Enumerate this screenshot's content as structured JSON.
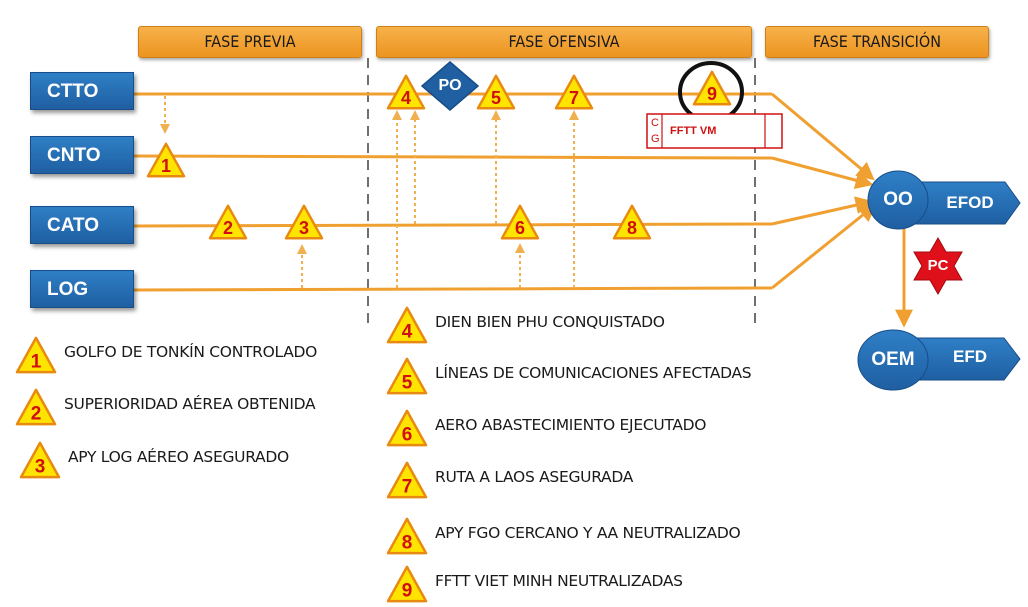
{
  "phases": {
    "previa": "FASE PREVIA",
    "ofensiva": "FASE OFENSIVA",
    "transicion": "FASE TRANSICIÓN"
  },
  "lanes": [
    "CTTO",
    "CNTO",
    "CATO",
    "LOG"
  ],
  "markers": {
    "m1": "1",
    "m2": "2",
    "m3": "3",
    "m4": "4",
    "m5": "5",
    "m6": "6",
    "m7": "7",
    "m8": "8",
    "m9": "9"
  },
  "po_label": "PO",
  "fftt_box": {
    "c": "C",
    "g": "G",
    "label": "FFTT VM"
  },
  "end_nodes": {
    "oo": "OO",
    "efod": "EFOD",
    "pc": "PC",
    "oem": "OEM",
    "efd": "EFD"
  },
  "legend": [
    {
      "num": "1",
      "text": "GOLFO DE TONKÍN CONTROLADO"
    },
    {
      "num": "2",
      "text": "SUPERIORIDAD AÉREA OBTENIDA"
    },
    {
      "num": "3",
      "text": "APY LOG AÉREO ASEGURADO"
    },
    {
      "num": "4",
      "text": "DIEN BIEN PHU CONQUISTADO"
    },
    {
      "num": "5",
      "text": "LÍNEAS DE COMUNICACIONES AFECTADAS"
    },
    {
      "num": "6",
      "text": "AERO ABASTECIMIENTO EJECUTADO"
    },
    {
      "num": "7",
      "text": "RUTA A LAOS ASEGURADA"
    },
    {
      "num": "8",
      "text": "APY FGO CERCANO Y AA NEUTRALIZADO"
    },
    {
      "num": "9",
      "text": "FFTT VIET MINH NEUTRALIZADAS"
    }
  ],
  "colors": {
    "phase": "#ec9420",
    "lane": "#1f5fa2",
    "line": "#f0a030",
    "marker_fill": "#ffe400",
    "marker_stroke": "#e88a10",
    "marker_text": "#d01010",
    "pc": "#e0101a"
  }
}
